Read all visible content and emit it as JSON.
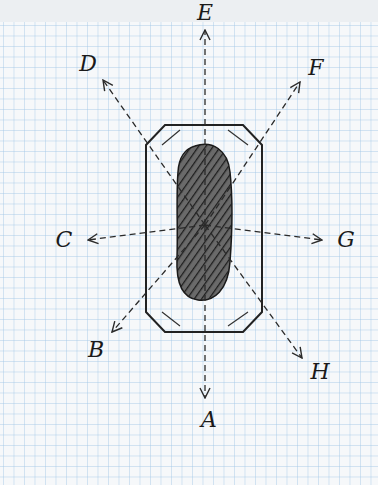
{
  "diagram": {
    "labels": [
      "D",
      "E",
      "F",
      "C",
      "G",
      "B",
      "A",
      "H"
    ]
  }
}
